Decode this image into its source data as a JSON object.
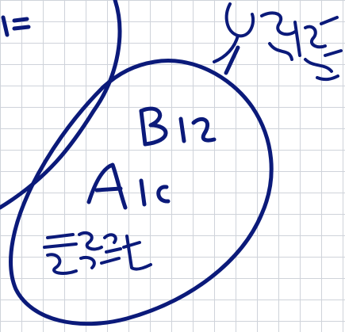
{
  "note": {
    "labels": {
      "partial_left": "1c",
      "b": "B12",
      "a": "A1c",
      "scribble_bottom": "",
      "scribble_top_right": ""
    },
    "ink_color": "#0b1a7a",
    "grid_color": "#cfd3da",
    "background_color": "#ffffff"
  }
}
